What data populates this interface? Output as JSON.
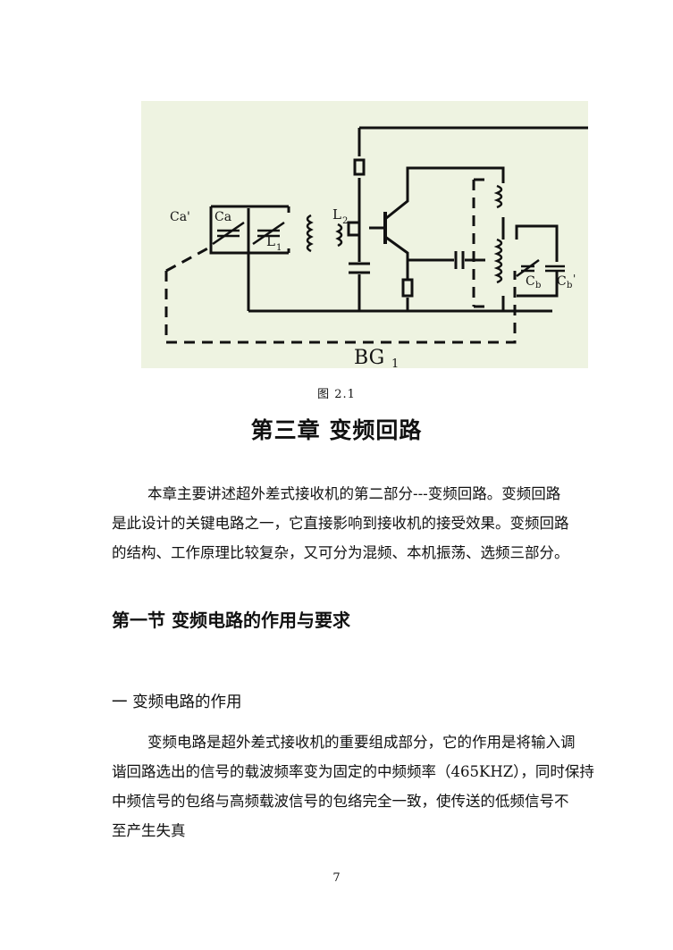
{
  "figure": {
    "labels": {
      "ca_prime": "Ca'",
      "ca": "Ca",
      "l2": "L",
      "l2_sub": "2",
      "l1": "L",
      "l1_sub": "1",
      "cb": "C",
      "cb_sub": "b",
      "cb_prime": "C",
      "cb_prime_sub": "b",
      "cb_prime_mark": "'",
      "bg": "BG",
      "bg_sub": "1"
    },
    "caption": "图 2.1"
  },
  "chapter": {
    "title": "第三章  变频回路"
  },
  "intro": {
    "lines": [
      "本章主要讲述超外差式接收机的第二部分---变频回路。变频回路",
      "是此设计的关键电路之一，它直接影响到接收机的接受效果。变频回路",
      "的结构、工作原理比较复杂，又可分为混频、本机振荡、选频三部分。"
    ]
  },
  "section": {
    "title": "第一节  变频电路的作用与要求"
  },
  "subsection": {
    "title": "一  变频电路的作用"
  },
  "body": {
    "lines": [
      "变频电路是超外差式接收机的重要组成部分，它的作用是将输入调",
      "谐回路选出的信号的载波频率变为固定的中频频率（465KHZ），同时保持",
      "中频信号的包络与高频载波信号的包络完全一致，使传送的低频信号不",
      "至产生失真"
    ]
  },
  "footer": {
    "page_number": "7"
  }
}
